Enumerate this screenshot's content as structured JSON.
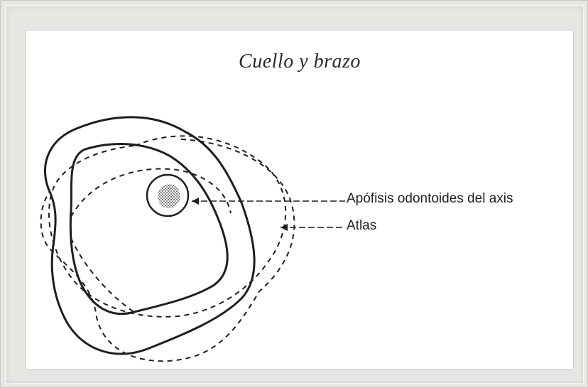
{
  "title": "Cuello y brazo",
  "labels": {
    "odontoid": "Apófisis odontoides del axis",
    "atlas": "Atlas"
  },
  "colors": {
    "ink": "#1e1e1e",
    "frame": "#e6e6e3",
    "paper": "#ffffff"
  }
}
